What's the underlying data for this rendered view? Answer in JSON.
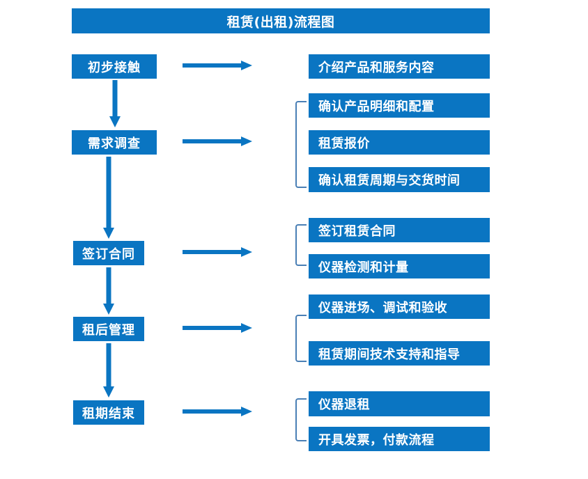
{
  "diagram": {
    "title": "租赁(出租)流程图",
    "accent_color": "#0a75c2",
    "bracket_color": "#4a7fb5",
    "text_color": "#ffffff",
    "background_color": "#ffffff"
  },
  "stages": [
    {
      "label": "初步接触"
    },
    {
      "label": "需求调查"
    },
    {
      "label": "签订合同"
    },
    {
      "label": "租后管理"
    },
    {
      "label": "租期结束"
    }
  ],
  "details": [
    {
      "label": "介绍产品和服务内容"
    },
    {
      "label": "确认产品明细和配置"
    },
    {
      "label": "租赁报价"
    },
    {
      "label": "确认租赁周期与交货时间"
    },
    {
      "label": "签订租赁合同"
    },
    {
      "label": "仪器检测和计量"
    },
    {
      "label": "仪器进场、调试和验收"
    },
    {
      "label": "租赁期间技术支持和指导"
    },
    {
      "label": "仪器退租"
    },
    {
      "label": "开具发票，付款流程"
    }
  ],
  "connectors": {
    "right_arrow_name": "right-arrow-icon",
    "down_arrow_name": "down-arrow-icon",
    "bracket_name": "group-bracket"
  }
}
